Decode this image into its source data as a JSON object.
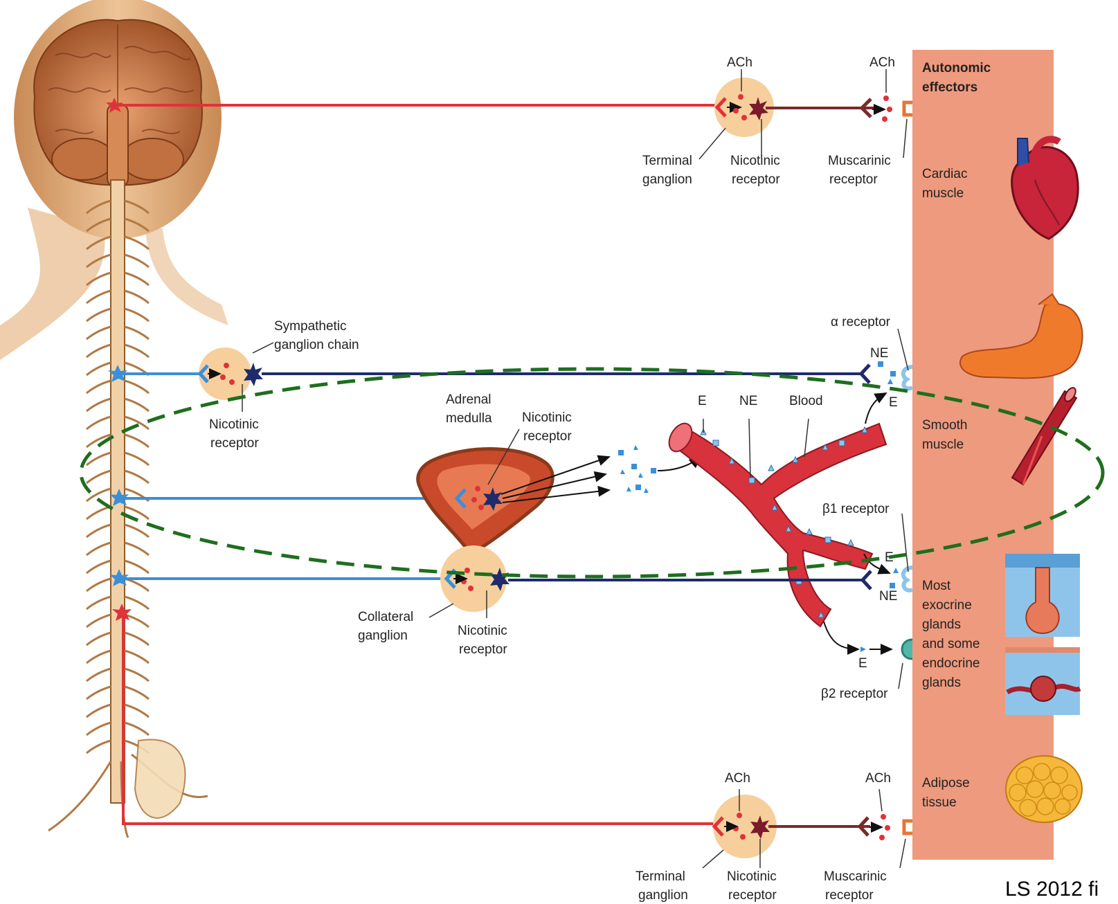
{
  "effector_panel": {
    "title_line1": "Autonomic",
    "title_line2": "effectors",
    "cardiac_line1": "Cardiac",
    "cardiac_line2": "muscle",
    "smooth_line1": "Smooth",
    "smooth_line2": "muscle",
    "glands_lines": [
      "Most",
      "exocrine",
      "glands",
      "and some",
      "endocrine",
      "glands"
    ],
    "adipose_line1": "Adipose",
    "adipose_line2": "tissue"
  },
  "pathway_top": {
    "ach_ganglion": "ACh",
    "ach_effector": "ACh",
    "terminal_line1": "Terminal",
    "terminal_line2": "ganglion",
    "nicotinic_line1": "Nicotinic",
    "nicotinic_line2": "receptor",
    "muscarinic_line1": "Muscarinic",
    "muscarinic_line2": "receptor"
  },
  "pathway_sympathetic": {
    "chain_line1": "Sympathetic",
    "chain_line2": "ganglion chain",
    "nicotinic_line1": "Nicotinic",
    "nicotinic_line2": "receptor",
    "alpha_receptor": "α receptor",
    "ne_label": "NE",
    "e_label": "E"
  },
  "pathway_adrenal": {
    "adrenal_line1": "Adrenal",
    "adrenal_line2": "medulla",
    "nicotinic_line1": "Nicotinic",
    "nicotinic_line2": "receptor",
    "blood_e": "E",
    "blood_ne": "NE",
    "blood_label": "Blood",
    "beta1_receptor": "β1 receptor",
    "beta1_e": "E",
    "beta1_ne": "NE",
    "beta2_e": "E",
    "beta2_receptor": "β2 receptor"
  },
  "pathway_collateral": {
    "collateral_line1": "Collateral",
    "collateral_line2": "ganglion",
    "nicotinic_line1": "Nicotinic",
    "nicotinic_line2": "receptor"
  },
  "pathway_bottom": {
    "ach_ganglion": "ACh",
    "ach_effector": "ACh",
    "terminal_line1": "Terminal",
    "terminal_line2": "ganglion",
    "nicotinic_line1": "Nicotinic",
    "nicotinic_line2": "receptor",
    "muscarinic_line1": "Muscarinic",
    "muscarinic_line2": "receptor"
  },
  "credit": "LS 2012 fi",
  "colors": {
    "parasympathetic": "#e0323a",
    "sympathetic_pre": "#3a8fd9",
    "sympathetic_post": "#1f2b6b",
    "effector_panel": "#ee9a7e",
    "ganglion": "#f6cf9c",
    "blood_vessel": "#d8323c",
    "highlight_ellipse": "#1f6e1f"
  }
}
